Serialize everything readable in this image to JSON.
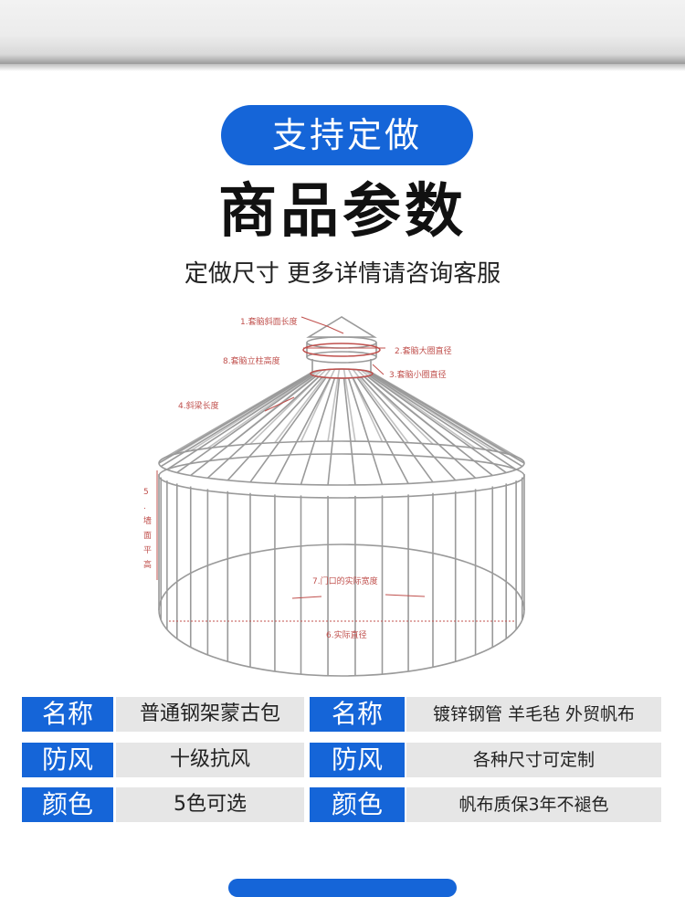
{
  "badge": "支持定做",
  "title": "商品参数",
  "subtitle": "定做尺寸 更多详情请咨询客服",
  "diagram_labels": {
    "l1": "1.套脑斜面长度",
    "l2": "2.套脑大圈直径",
    "l3": "3.套脑小圈直径",
    "l4": "4.斜梁长度",
    "l5": "5.墙面平高",
    "l6": "6.实际直径",
    "l7": "7.门口的实际宽度",
    "l8": "8.套脑立柱高度"
  },
  "specs": [
    {
      "label_left": "名称",
      "value_left": "普通钢架蒙古包",
      "label_right": "名称",
      "value_right": "镀锌钢管 羊毛毡 外贸帆布"
    },
    {
      "label_left": "防风",
      "value_left": "十级抗风",
      "label_right": "防风",
      "value_right": "各种尺寸可定制"
    },
    {
      "label_left": "颜色",
      "value_left": "5色可选",
      "label_right": "颜色",
      "value_right": "帆布质保3年不褪色"
    }
  ],
  "colors": {
    "accent": "#1565d8",
    "annotation": "#c0504d",
    "cell_bg": "#e6e6e6"
  }
}
